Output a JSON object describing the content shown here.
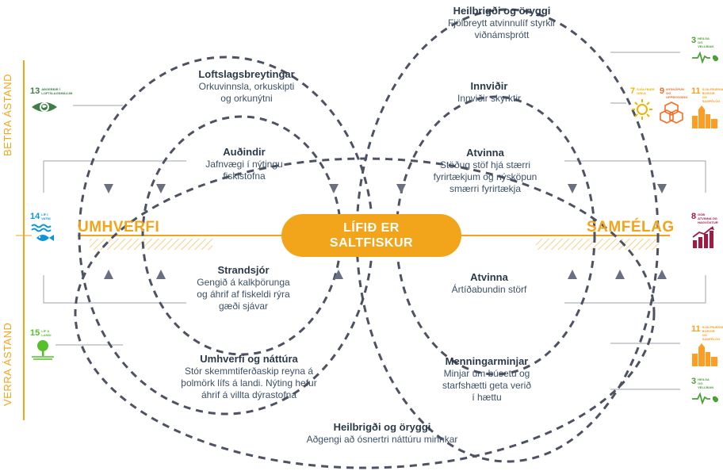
{
  "side_labels": {
    "better": "BETRA ÁSTAND",
    "worse": "VERRA ÁSTAND"
  },
  "axis": {
    "left": "UMHVERFI",
    "right": "SAMFÉLAG"
  },
  "center": {
    "line1": "LÍFIÐ ER",
    "line2": "SALTFISKUR"
  },
  "nodes": {
    "health_top": {
      "title": "Heilbrigði og öryggi",
      "desc": [
        "Fjölbreytt atvinnulíf styrkir",
        "viðnámsþrótt"
      ]
    },
    "climate": {
      "title": "Loftslagsbreytingar",
      "desc": [
        "Orkuvinnsla, orkuskipti",
        "og orkunýtni"
      ]
    },
    "infrastructure": {
      "title": "Innviðir",
      "desc": [
        "Innviðir skyrktir"
      ]
    },
    "resources": {
      "title": "Auðindir",
      "desc": [
        "Jafnvægi í nýtingu",
        "fiskistofna"
      ]
    },
    "jobs_top": {
      "title": "Atvinna",
      "desc": [
        "Stöðug stöf hjá stærri",
        "fyrirtækjum og nýsköpun",
        "smærri fyrirtækja"
      ]
    },
    "coast": {
      "title": "Strandsjór",
      "desc": [
        "Gengið á kalkþörunga",
        "og áhrif af fiskeldi rýra",
        "gæði sjávar"
      ]
    },
    "jobs_bottom": {
      "title": "Atvinna",
      "desc": [
        "Ártíðabundin störf"
      ]
    },
    "environment": {
      "title": "Umhverfi og náttúra",
      "desc": [
        "Stór skemmtiferðaskip reyna á",
        "þolmörk lífs á landi. Nýting hefur",
        "áhrif á villta dýrastofna"
      ]
    },
    "heritage": {
      "title": "Menningarminjar",
      "desc": [
        "Minjar um búsetu og",
        "starfshætti geta verið",
        "í hættu"
      ]
    },
    "health_bottom": {
      "title": "Heilbrigði og öryggi",
      "desc": [
        "Aðgengi að ósnertri náttúru minnkar"
      ]
    }
  },
  "sdg_icons": {
    "sdg13": {
      "num": "13",
      "name": "AÐGERÐIR Í LOFTSLAGSMÁLUM",
      "icon": "eye-globe-icon",
      "color": "#3f7e44"
    },
    "sdg14": {
      "num": "14",
      "name": "LÍF Í VATNI",
      "icon": "fish-waves-icon",
      "color": "#0a97d9"
    },
    "sdg15": {
      "num": "15",
      "name": "LÍF Á LANDI",
      "icon": "tree-icon",
      "color": "#56c02b"
    },
    "sdg3_top": {
      "num": "3",
      "name": "HEILSA OG VELLÍÐAN",
      "icon": "heartbeat-icon",
      "color": "#4c9f38"
    },
    "sdg7": {
      "num": "7",
      "name": "SJÁLFBÆR ORKA",
      "icon": "sun-icon",
      "color": "#fcc30b"
    },
    "sdg9": {
      "num": "9",
      "name": "NÝSKÖPUN OG UPPBYGGING",
      "icon": "cubes-icon",
      "color": "#fd6925"
    },
    "sdg11_top": {
      "num": "11",
      "name": "SJÁLFBÆRAR BORGIR OG SAMFÉLÖG",
      "icon": "city-icon",
      "color": "#fd9d24"
    },
    "sdg8": {
      "num": "8",
      "name": "GÓÐ ATVINNA OG HAGVÖXTUR",
      "icon": "growth-chart-icon",
      "color": "#a21942"
    },
    "sdg11_bottom": {
      "num": "11",
      "name": "SJÁLFBÆRAR BORGIR OG SAMFÉLÖG",
      "icon": "city-icon",
      "color": "#fd9d24"
    },
    "sdg3_bottom": {
      "num": "3",
      "name": "HEILSA OG VELLÍÐAN",
      "icon": "heartbeat-icon",
      "color": "#4c9f38"
    }
  },
  "colors": {
    "accent": "#f2a51b",
    "dash": "#4d5363",
    "arrow": "#6b7080",
    "text": "#2b3a4a"
  }
}
